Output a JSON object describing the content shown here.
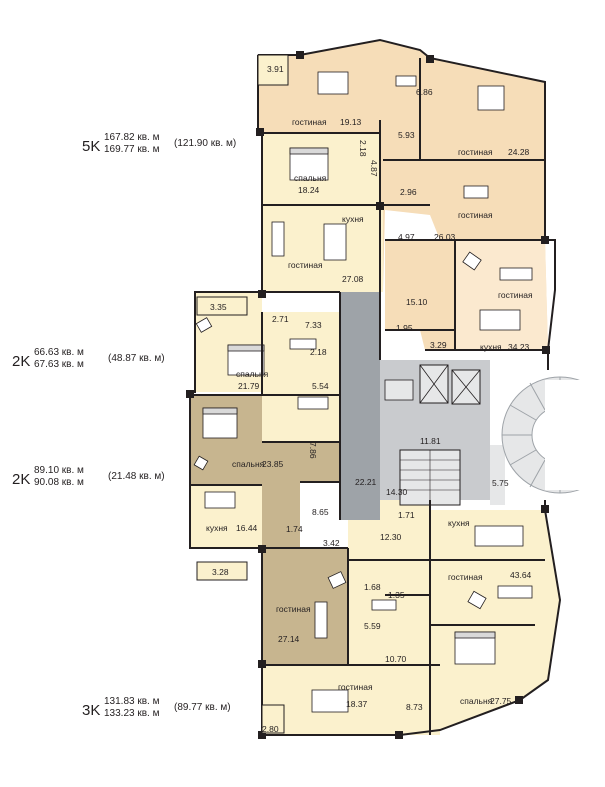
{
  "apartments": [
    {
      "id": "5k",
      "type": "5K",
      "area_1": "167.82 кв. м",
      "area_2": "169.77 кв. м",
      "living": "(121.90 кв. м)"
    },
    {
      "id": "2k-a",
      "type": "2K",
      "area_1": "66.63 кв. м",
      "area_2": "67.63 кв. м",
      "living": "(48.87 кв. м)"
    },
    {
      "id": "2k-b",
      "type": "2K",
      "area_1": "89.10 кв. м",
      "area_2": "90.08 кв. м",
      "living": "(21.48 кв. м)"
    },
    {
      "id": "3k",
      "type": "3K",
      "area_1": "131.83 кв. м",
      "area_2": "133.23 кв. м",
      "living": "(89.77 кв. м)"
    }
  ],
  "colors": {
    "apt_5k": "#f6ddb8",
    "apt_5k_light": "#fbe9cf",
    "apt_2k_a": "#fbf1cd",
    "apt_2k_b": "#c7b58f",
    "apt_3k": "#fbf1cd",
    "apt_3k_dark": "#c7b58f",
    "core": "#9ea3a8",
    "core_light": "#e6e7e8",
    "wall": "#231f20"
  },
  "rooms": {
    "r_391": "3.91",
    "r_1913_lbl": "гостиная",
    "r_1913": "19.13",
    "r_686": "6.86",
    "r_593": "5.93",
    "r_218a": "2.18",
    "r_2428_lbl": "гостиная",
    "r_2428": "24.28",
    "r_1824_lbl": "спальня",
    "r_1824": "18.24",
    "r_487": "4.87",
    "r_296": "2.96",
    "r_kitchen_5k": "кухня",
    "r_2603_lbl": "гостиная",
    "r_497": "4.97",
    "r_2603": "26.03",
    "r_2708_lbl": "гостиная",
    "r_2708": "27.08",
    "r_335": "3.35",
    "r_271": "2.71",
    "r_733": "7.33",
    "r_195": "1.95",
    "r_1510": "15.10",
    "r_gost_3423": "гостиная",
    "r_329": "3.29",
    "r_kitchen_3423": "кухня",
    "r_3423": "34.23",
    "r_218b": "2.18",
    "r_2179_lbl": "спальня",
    "r_2179": "21.79",
    "r_554": "5.54",
    "r_786": "7.86",
    "r_1181": "11.81",
    "r_2385_lbl": "спальня",
    "r_2385": "23.85",
    "r_2221": "22.21",
    "r_1430": "14.30",
    "r_575": "5.75",
    "r_865": "8.65",
    "r_171": "1.71",
    "r_kitchen_1644": "кухня",
    "r_1644": "16.44",
    "r_174": "1.74",
    "r_kitchen_4364": "кухня",
    "r_1230": "12.30",
    "r_342": "3.42",
    "r_328": "3.28",
    "r_gost_4364": "гостиная",
    "r_4364": "43.64",
    "r_168": "1.68",
    "r_135": "1.35",
    "r_2714_lbl": "гостиная",
    "r_2714": "27.14",
    "r_559": "5.59",
    "r_1070": "10.70",
    "r_1837_lbl": "гостиная",
    "r_1837": "18.37",
    "r_873": "8.73",
    "r_2775_lbl": "спальня",
    "r_2775": "27.75",
    "r_280": "2.80"
  }
}
